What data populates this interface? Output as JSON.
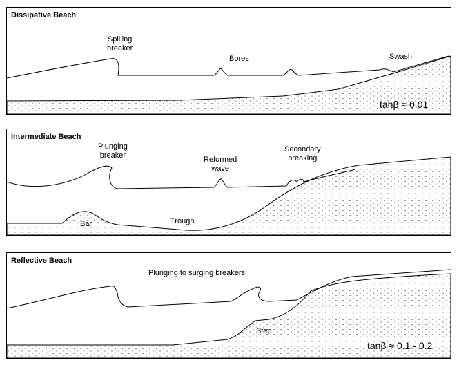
{
  "panels": [
    {
      "title": "Dissipative Beach",
      "labels": {
        "spilling": "Spilling\nbreaker",
        "bores": "Bores",
        "swash": "Swash"
      },
      "slope": "tanβ ≈ 0.01"
    },
    {
      "title": "Intermediate Beach",
      "labels": {
        "plunging": "Plunging\nbreaker",
        "reformed": "Reformed\nwave",
        "secondary": "Secondary\nbreaking",
        "bar": "Bar",
        "trough": "Trough"
      }
    },
    {
      "title": "Reflective Beach",
      "labels": {
        "surging": "Plunging to surging breakers",
        "step": "Step"
      },
      "slope": "tanβ ≈ 0.1 - 0.2"
    }
  ],
  "colors": {
    "line": "#000000",
    "background": "#ffffff"
  }
}
